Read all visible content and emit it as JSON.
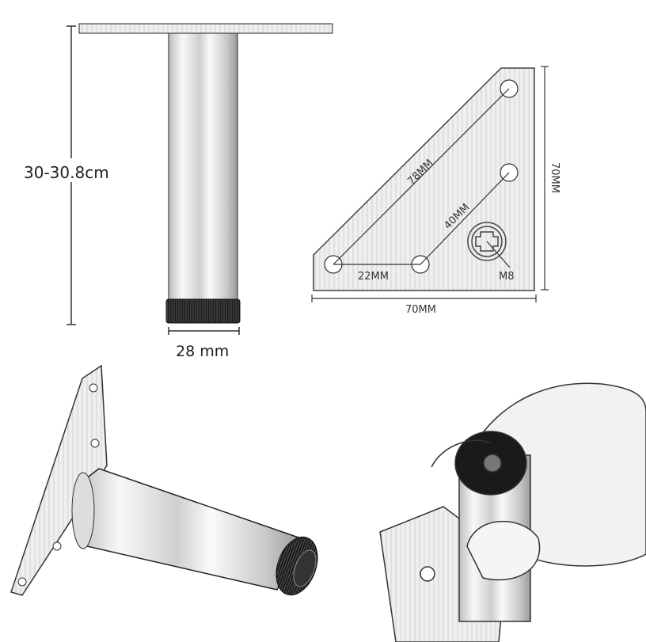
{
  "leg_front": {
    "height_label": "30-30.8cm",
    "diameter_label": "28 mm"
  },
  "mount_plate": {
    "diagonal_label": "78MM",
    "side_height_label": "70MM",
    "hole_spacing_label": "40MM",
    "bottom_spacing_label": "22MM",
    "thread_label": "M8",
    "width_label": "70MM"
  },
  "colors": {
    "line": "#222222",
    "metal": "#e6e6e6",
    "foot": "#1a1a1a"
  }
}
